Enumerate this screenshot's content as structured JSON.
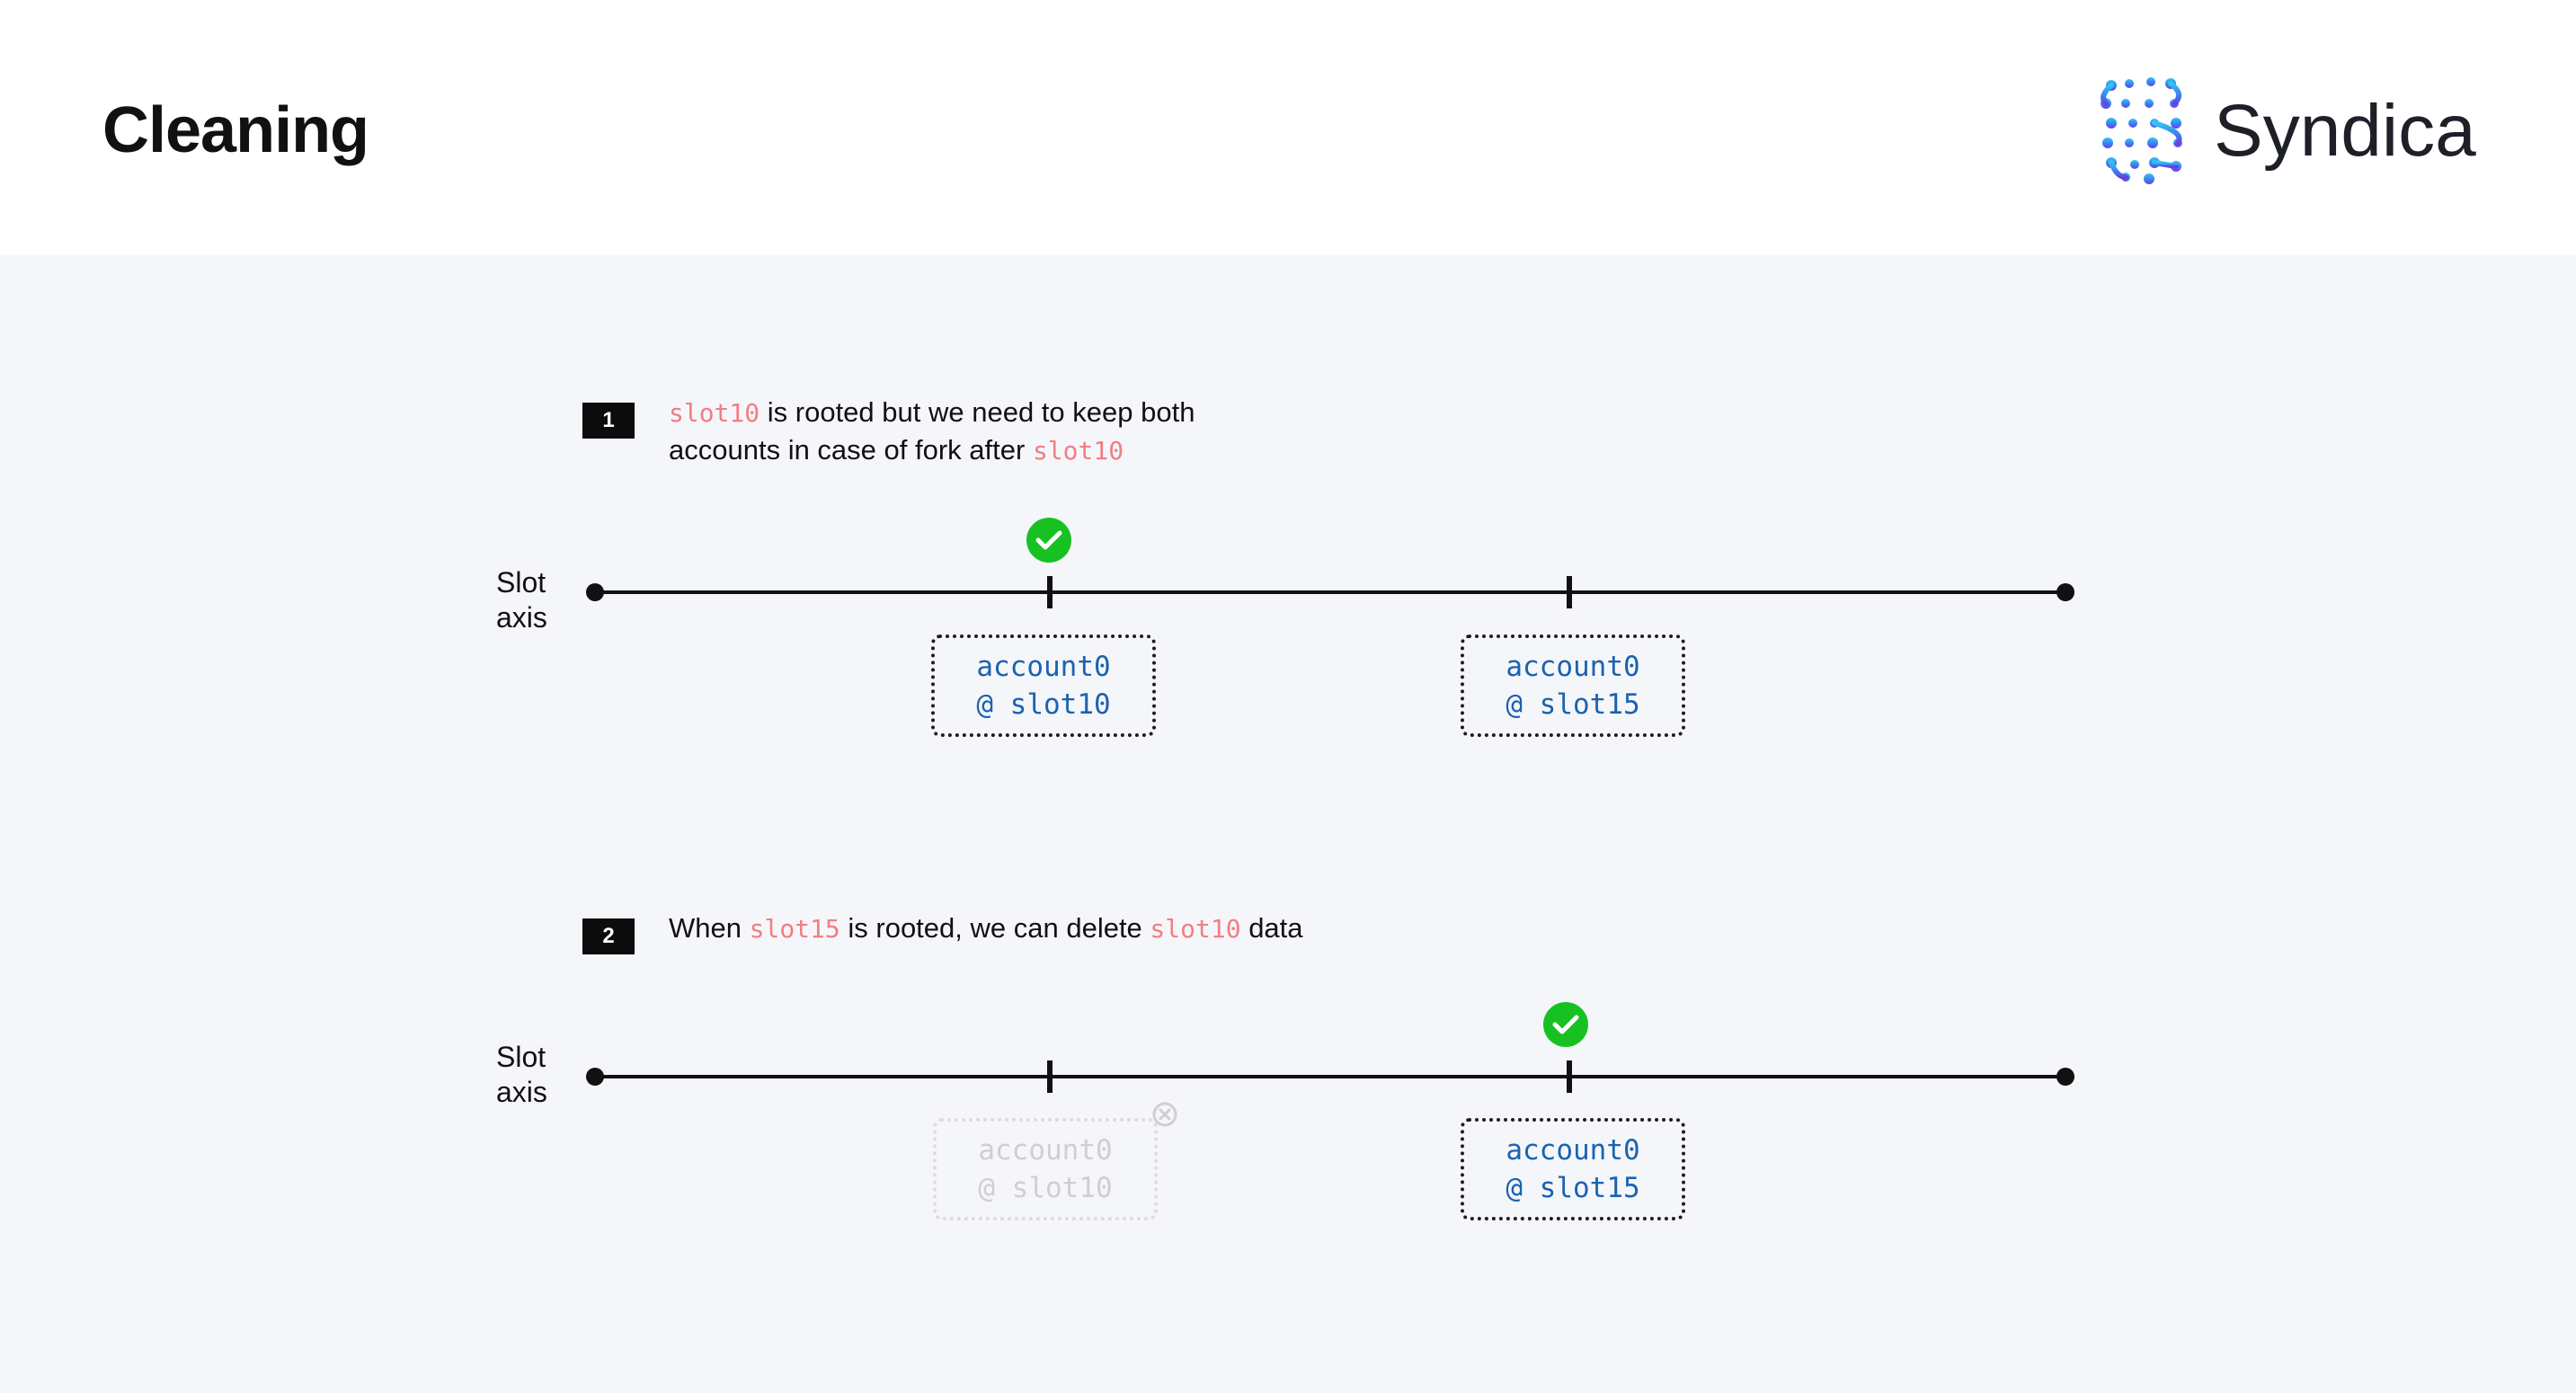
{
  "header": {
    "title": "Cleaning",
    "logo_text": "Syndica"
  },
  "step1": {
    "number": "1",
    "text_a_code": "slot10",
    "text_a_rest": " is rooted but we need to keep both",
    "text_b_rest": "accounts in case of fork after ",
    "text_b_code": "slot10"
  },
  "step2": {
    "number": "2",
    "t1": "When ",
    "code1": "slot15",
    "t2": " is rooted, we can delete ",
    "code2": "slot10",
    "t3": " data"
  },
  "timeline1": {
    "axis_label_line1": "Slot",
    "axis_label_line2": "axis",
    "box_left_line1": "account0",
    "box_left_line2": "@ slot10",
    "box_right_line1": "account0",
    "box_right_line2": "@ slot15",
    "rooted": "slot10"
  },
  "timeline2": {
    "axis_label_line1": "Slot",
    "axis_label_line2": "axis",
    "box_left_line1": "account0",
    "box_left_line2": "@ slot10",
    "box_right_line1": "account0",
    "box_right_line2": "@ slot15",
    "rooted": "slot15",
    "deleted": "slot10"
  },
  "colors": {
    "code_highlight": "#f07e84",
    "account_text": "#1a63b0",
    "check": "#18c122",
    "faded": "#cfcfcf"
  },
  "icons": [
    "syndica-logo-icon",
    "check-icon",
    "close-circle-icon"
  ]
}
